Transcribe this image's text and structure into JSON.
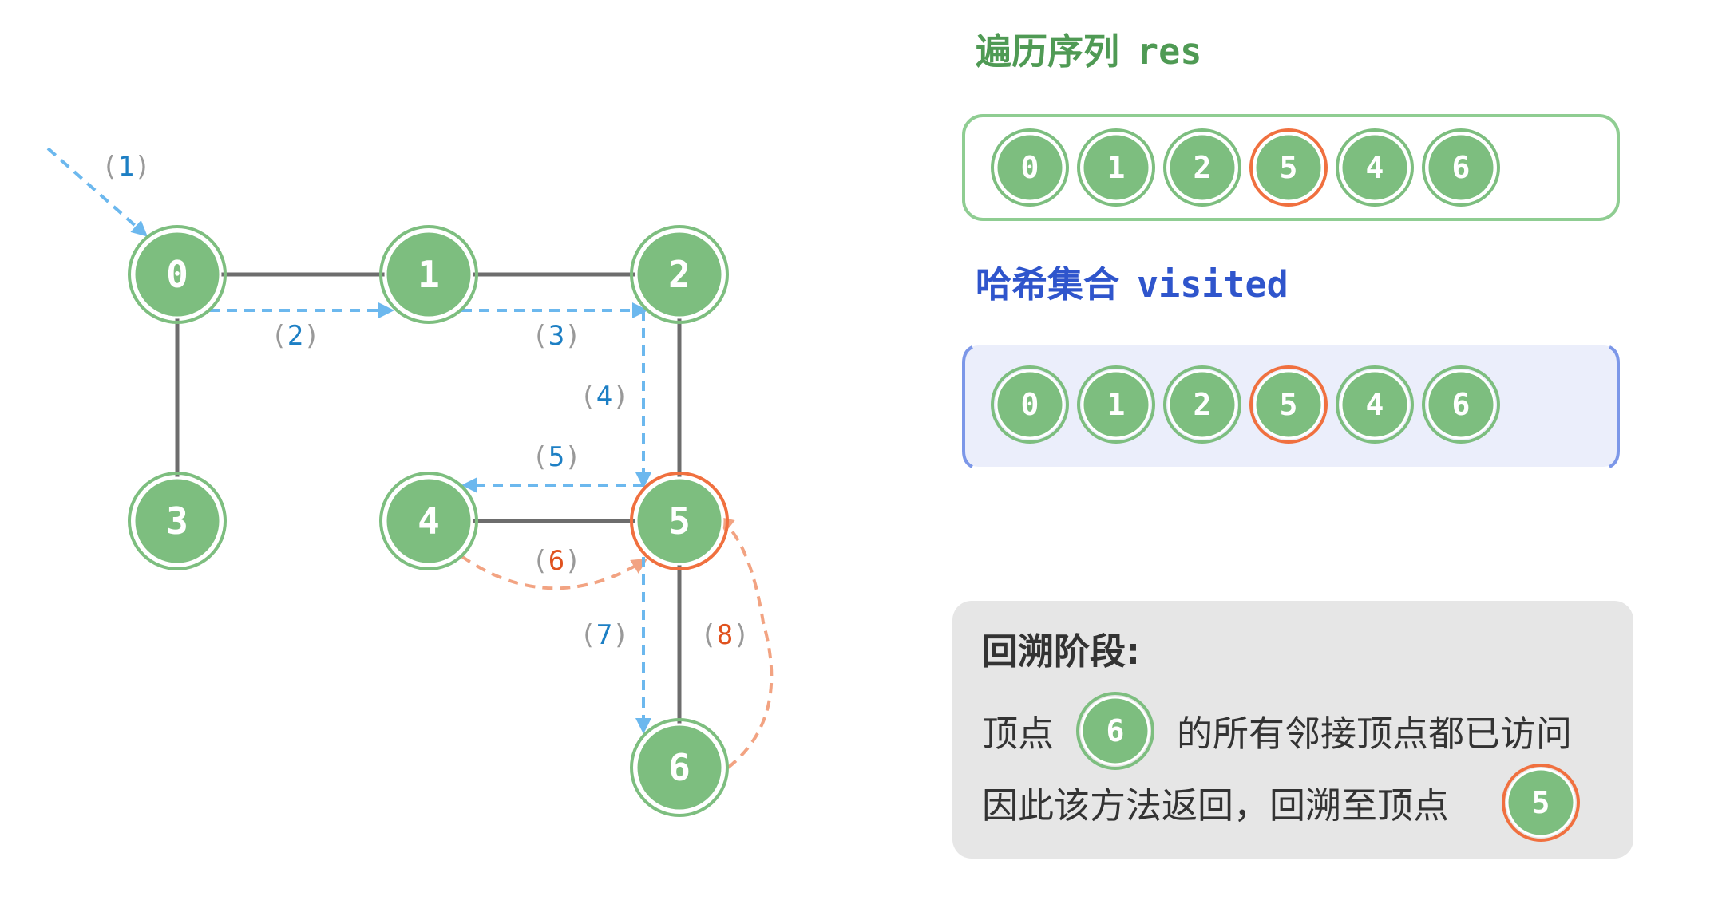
{
  "graph": {
    "nodes": [
      {
        "label": "0",
        "highlight": false
      },
      {
        "label": "1",
        "highlight": false
      },
      {
        "label": "2",
        "highlight": false
      },
      {
        "label": "3",
        "highlight": false
      },
      {
        "label": "4",
        "highlight": false
      },
      {
        "label": "5",
        "highlight": true
      },
      {
        "label": "6",
        "highlight": false
      }
    ],
    "edges": [
      [
        "0",
        "1"
      ],
      [
        "1",
        "2"
      ],
      [
        "0",
        "3"
      ],
      [
        "2",
        "5"
      ],
      [
        "4",
        "5"
      ],
      [
        "5",
        "6"
      ]
    ],
    "steps": [
      {
        "label": "1",
        "kind": "forward"
      },
      {
        "label": "2",
        "kind": "forward"
      },
      {
        "label": "3",
        "kind": "forward"
      },
      {
        "label": "4",
        "kind": "forward"
      },
      {
        "label": "5",
        "kind": "forward"
      },
      {
        "label": "6",
        "kind": "backtrack"
      },
      {
        "label": "7",
        "kind": "forward"
      },
      {
        "label": "8",
        "kind": "backtrack"
      }
    ]
  },
  "res": {
    "title_cn": "遍历序列",
    "title_code": "res",
    "items": [
      {
        "label": "0",
        "highlight": false
      },
      {
        "label": "1",
        "highlight": false
      },
      {
        "label": "2",
        "highlight": false
      },
      {
        "label": "5",
        "highlight": true
      },
      {
        "label": "4",
        "highlight": false
      },
      {
        "label": "6",
        "highlight": false
      }
    ]
  },
  "visited": {
    "title_cn": "哈希集合",
    "title_code": "visited",
    "items": [
      {
        "label": "0",
        "highlight": false
      },
      {
        "label": "1",
        "highlight": false
      },
      {
        "label": "2",
        "highlight": false
      },
      {
        "label": "5",
        "highlight": true
      },
      {
        "label": "4",
        "highlight": false
      },
      {
        "label": "6",
        "highlight": false
      }
    ]
  },
  "note": {
    "heading": "回溯阶段:",
    "line1_prefix": "顶点",
    "line1_node": "6",
    "line1_suffix": "的所有邻接顶点都已访问",
    "line2_prefix": "因此该方法返回，回溯至顶点",
    "line2_node": "5"
  },
  "colors": {
    "node_fill": "#7dbe7f",
    "node_stroke": "#4f9a54",
    "highlight_ring": "#f0703f",
    "edge": "#6d6d6d",
    "forward": "#6cb8ee",
    "forward_text": "#1d7fc4",
    "backtrack": "#f2a382",
    "backtrack_text": "#e0521e",
    "res_title": "#4f9a54",
    "visited_title": "#2f55cc",
    "res_border": "#8fcd92",
    "visited_fill": "#ebeefb",
    "visited_border": "#7c97e8",
    "note_fill": "#e6e6e6",
    "note_text": "#333333"
  }
}
